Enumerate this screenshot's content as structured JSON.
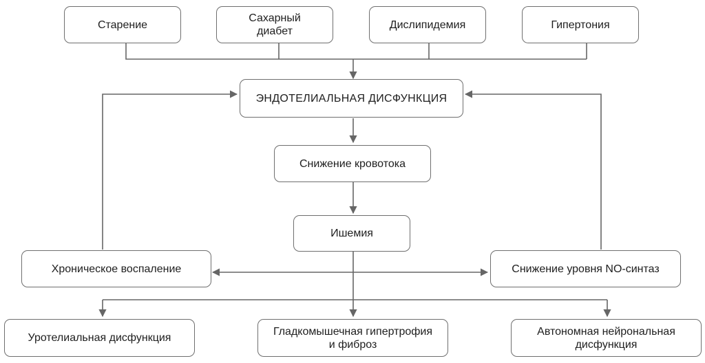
{
  "causes": [
    "Старение",
    "Сахарный\nдиабет",
    "Дислипидемия",
    "Гипертония"
  ],
  "central": "ЭНДОТЕЛИАЛЬНАЯ ДИСФУНКЦИЯ",
  "step1": "Снижение кровотока",
  "step2": "Ишемия",
  "left_feedback": "Хроническое воспаление",
  "right_feedback": "Снижение уровня NO-синтаз",
  "outcomes": [
    "Уротелиальная дисфункция",
    "Гладкомышечная гипертрофия\nи фиброз",
    "Автономная нейрональная\nдисфункция"
  ],
  "colors": {
    "line": "#666666",
    "border": "#6e6e6e",
    "text": "#1e1e1e"
  }
}
